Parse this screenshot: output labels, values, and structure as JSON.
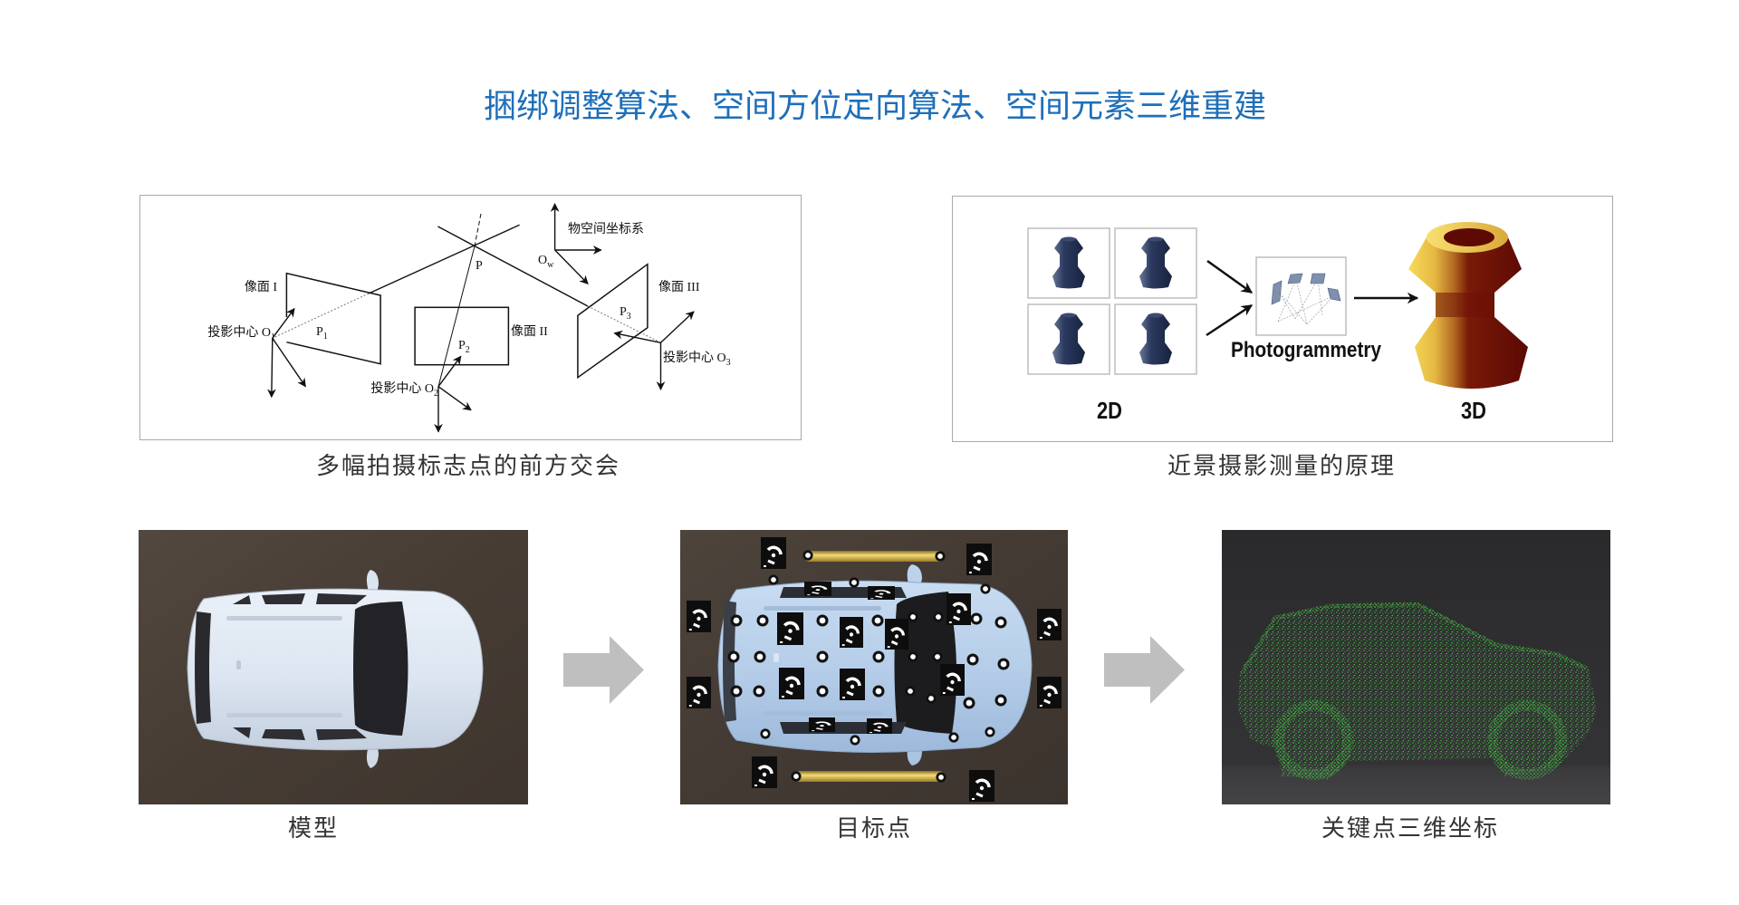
{
  "page": {
    "title": "捆绑调整算法、空间方位定向算法、空间元素三维重建"
  },
  "top_panels": [
    {
      "caption": "多幅拍摄标志点的前方交会",
      "diagram": {
        "object_space_label": "物空间坐标系",
        "world_origin": {
          "main": "O",
          "sub": "w"
        },
        "point_label": "P",
        "image_planes": [
          {
            "label": "像面 I",
            "point": {
              "main": "P",
              "sub": "1"
            },
            "center": {
              "prefix": "投影中心 ",
              "main": "O",
              "sub": "1"
            }
          },
          {
            "label": "像面 II",
            "point": {
              "main": "P",
              "sub": "2"
            },
            "center": {
              "prefix": "投影中心 ",
              "main": "O",
              "sub": "2"
            }
          },
          {
            "label": "像面 III",
            "point": {
              "main": "P",
              "sub": "3"
            },
            "center": {
              "prefix": "投影中心 ",
              "main": "O",
              "sub": "3"
            }
          }
        ]
      }
    },
    {
      "caption": "近景摄影测量的原理",
      "diagram": {
        "input_label": "2D",
        "process_label": "Photogrammetry",
        "output_label": "3D",
        "input_view_count": 4
      }
    }
  ],
  "workflow": {
    "steps": [
      {
        "caption": "模型",
        "image": "car-model-top-view"
      },
      {
        "caption": "目标点",
        "image": "car-with-target-markers"
      },
      {
        "caption": "关键点三维坐标",
        "image": "car-point-cloud"
      }
    ],
    "arrow_icon": "right-arrow-icon"
  },
  "colors": {
    "title": "#1e6fba",
    "caption": "#333333",
    "step_arrow": "#bfbfbf",
    "panel_border": "#a9a9a9",
    "point_cloud": "#3dbb3d",
    "vase_3d": "#6a0c06",
    "vase_2d": "#1f2b4d"
  }
}
